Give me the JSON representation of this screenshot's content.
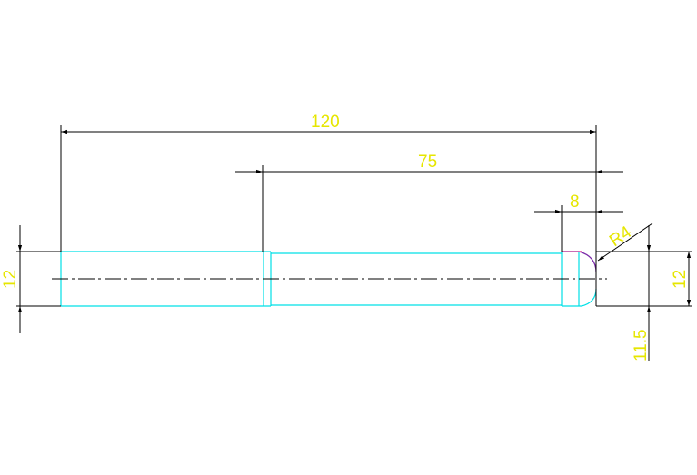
{
  "colors": {
    "paper": "#ffffff",
    "dimension_line": "#000000",
    "dimension_text": "#e6e600",
    "part_outline": "#00e0e6",
    "centerline": "#000000",
    "arc": "#7a2aa8",
    "fillet_line": "#d01a8a"
  },
  "dimensions": {
    "overall_length": "120",
    "shaft_length": "75",
    "end_length": "8",
    "fillet_radius": "R4",
    "left_diameter": "12",
    "right_diameter": "12",
    "offset": "11.5"
  }
}
